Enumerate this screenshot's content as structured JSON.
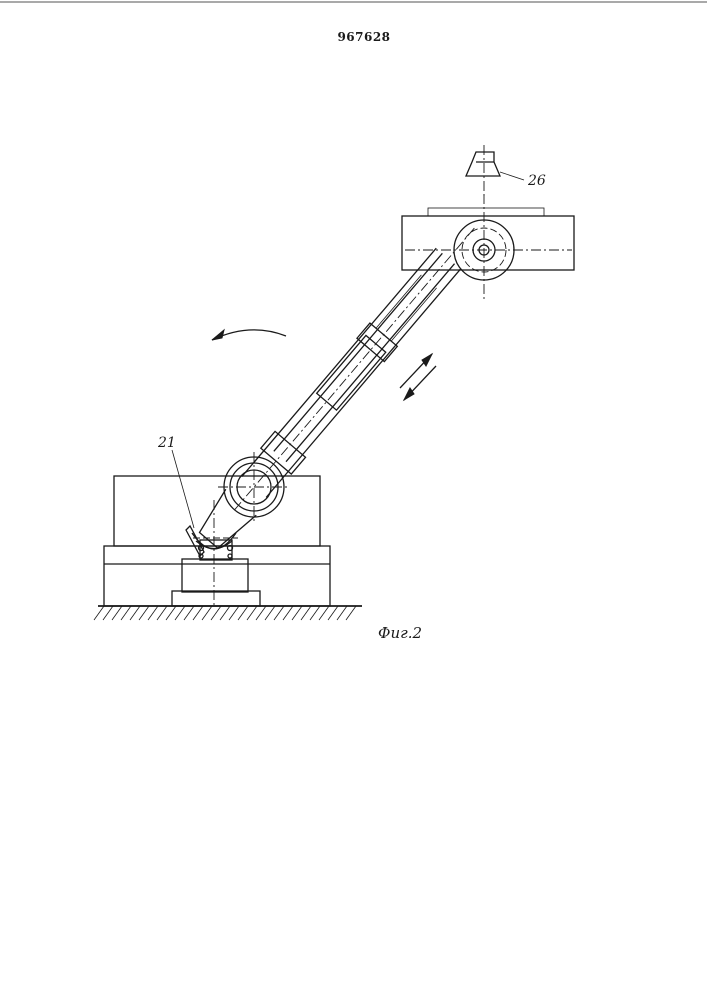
{
  "document": {
    "patent_number": "967628"
  },
  "figure": {
    "caption": "Фиг.2",
    "labels": {
      "part_21": "21",
      "part_26": "26"
    }
  }
}
